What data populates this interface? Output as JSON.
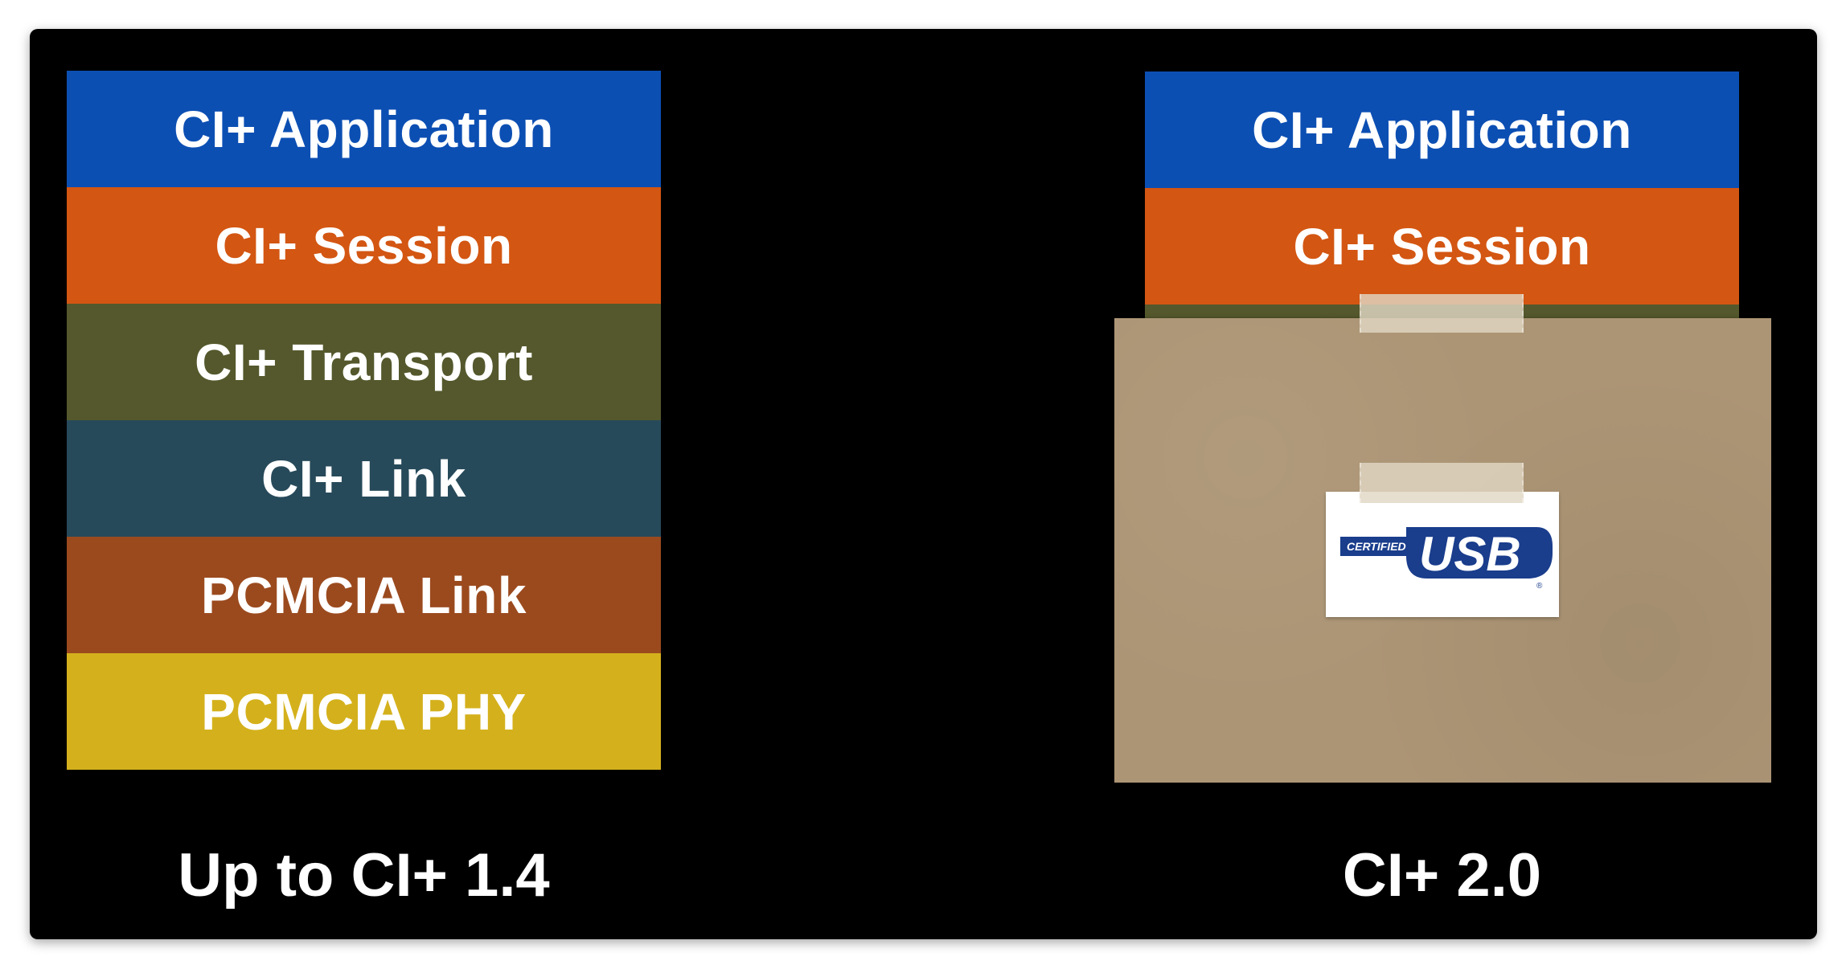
{
  "left": {
    "layers": [
      {
        "label": "CI+ Application",
        "color": "#0c4fb3"
      },
      {
        "label": "CI+ Session",
        "color": "#d35612"
      },
      {
        "label": "CI+ Transport",
        "color": "#54582c"
      },
      {
        "label": "CI+ Link",
        "color": "#274a5a"
      },
      {
        "label": "PCMCIA Link",
        "color": "#9b4a1e"
      },
      {
        "label": "PCMCIA PHY",
        "color": "#d4b11c"
      }
    ],
    "caption": "Up to CI+ 1.4"
  },
  "right": {
    "layers": [
      {
        "label": "CI+ Application",
        "color": "#0c4fb3"
      },
      {
        "label": "CI+ Session",
        "color": "#d35612"
      }
    ],
    "caption": "CI+ 2.0",
    "logo": {
      "small_text": "CERTIFIED",
      "text": "USB",
      "color": "#1a3d8c"
    }
  }
}
